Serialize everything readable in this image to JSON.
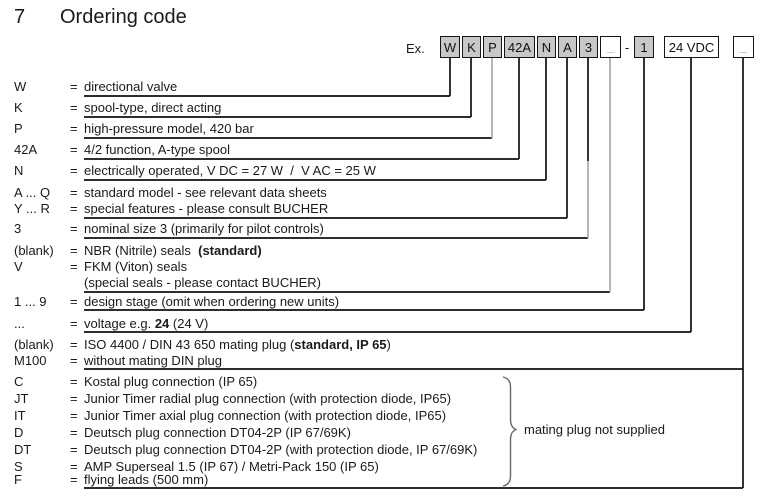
{
  "page": {
    "section_number": "7",
    "title": "Ordering code"
  },
  "example": {
    "label": "Ex.",
    "separator": "-",
    "boxes": [
      {
        "text": "W",
        "fill": "gray"
      },
      {
        "text": "K",
        "fill": "gray"
      },
      {
        "text": "P",
        "fill": "gray"
      },
      {
        "text": "42A",
        "fill": "gray"
      },
      {
        "text": "N",
        "fill": "gray"
      },
      {
        "text": "A",
        "fill": "gray"
      },
      {
        "text": "3",
        "fill": "gray"
      },
      {
        "text": "_",
        "fill": "white"
      },
      {
        "text": "1",
        "fill": "gray"
      },
      {
        "text": "24 VDC",
        "fill": "white"
      },
      {
        "text": "_",
        "fill": "white"
      }
    ]
  },
  "rows": [
    {
      "code": "W",
      "eq": "=",
      "pre": "directional valve"
    },
    {
      "code": "K",
      "eq": "=",
      "pre": "spool-type, direct acting"
    },
    {
      "code": "P",
      "eq": "=",
      "pre": "high-pressure model, 420 bar"
    },
    {
      "code": "42A",
      "eq": "=",
      "pre": "4/2 function, A-type spool"
    },
    {
      "code": "N",
      "eq": "=",
      "pre": "electrically operated, V DC = 27 W  /  V AC = 25 W"
    },
    {
      "code": "A ... Q",
      "eq": "=",
      "pre": "standard model - see relevant data sheets"
    },
    {
      "code": "Y ... R",
      "eq": "=",
      "pre": "special features - please consult BUCHER"
    },
    {
      "code": "3",
      "eq": "=",
      "pre": "nominal size 3 (primarily for pilot controls)"
    },
    {
      "code": "(blank)",
      "eq": "=",
      "pre": "NBR (Nitrile) seals  ",
      "bold": "(standard)",
      "post": ""
    },
    {
      "code": "V",
      "eq": "=",
      "pre": "FKM (Viton) seals"
    },
    {
      "code": "",
      "eq": "",
      "pre": "(special seals - please contact BUCHER)"
    },
    {
      "code": "1 ... 9",
      "eq": "=",
      "pre": "design stage (omit when ordering new units)"
    },
    {
      "code": "...",
      "eq": "=",
      "pre": "voltage e.g. ",
      "bold": "24",
      "post": " (24 V)"
    },
    {
      "code": "(blank)",
      "eq": "=",
      "pre": "ISO 4400 / DIN 43 650 mating plug (",
      "bold": "standard, IP 65",
      "post": ")"
    },
    {
      "code": "M100",
      "eq": "=",
      "pre": "without mating DIN plug"
    },
    {
      "code": "C",
      "eq": "=",
      "pre": "Kostal plug connection (IP 65)"
    },
    {
      "code": "JT",
      "eq": "=",
      "pre": "Junior Timer radial plug connection (with protection diode, IP65)"
    },
    {
      "code": "IT",
      "eq": "=",
      "pre": "Junior Timer axial plug connection (with protection diode, IP65)"
    },
    {
      "code": "D",
      "eq": "=",
      "pre": "Deutsch plug connection DT04-2P (IP 67/69K)"
    },
    {
      "code": "DT",
      "eq": "=",
      "pre": "Deutsch plug connection DT04-2P (with protection diode, IP 67/69K)"
    },
    {
      "code": "S",
      "eq": "=",
      "pre": "AMP Superseal 1.5 (IP 67) / Metri-Pack 150 (IP 65)"
    },
    {
      "code": "F",
      "eq": "=",
      "pre": "flying leads (500 mm)"
    }
  ],
  "brace_note": "mating plug not supplied",
  "colors": {
    "box_fill_gray": "#c8c8c8",
    "box_border": "#151515",
    "line_black": "#111111",
    "line_gray": "#a9a9a9",
    "underscore_gray": "#999999",
    "brace_gray": "#666666",
    "text": "#1a1a1a"
  }
}
